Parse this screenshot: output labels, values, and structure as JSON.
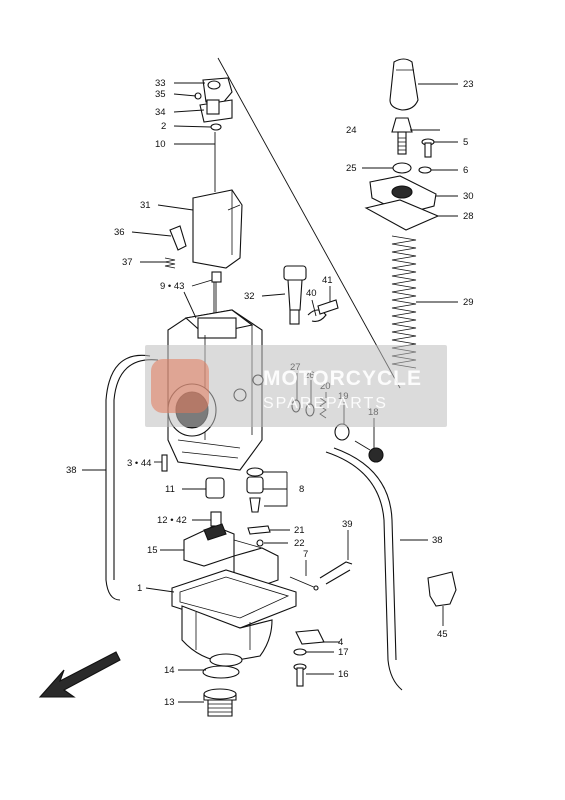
{
  "callouts": [
    "33",
    "35",
    "34",
    "2",
    "10",
    "31",
    "36",
    "37",
    "9 • 43",
    "32",
    "41",
    "40",
    "27",
    "26",
    "20",
    "19",
    "18",
    "3 • 44",
    "11",
    "8",
    "12 • 42",
    "21",
    "22",
    "15",
    "7",
    "39",
    "38",
    "38",
    "1",
    "4",
    "17",
    "16",
    "14",
    "13",
    "23",
    "24",
    "5",
    "25",
    "6",
    "30",
    "28",
    "29",
    "45"
  ],
  "watermark": {
    "line1": "MOTORCYCLE",
    "line2": "SPAREPARTS"
  }
}
